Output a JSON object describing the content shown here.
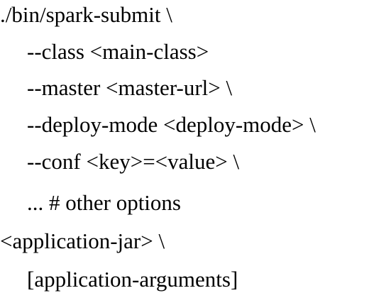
{
  "code": {
    "lines": [
      "./bin/spark-submit \\",
      "--class <main-class>",
      "--master <master-url> \\",
      "--deploy-mode <deploy-mode> \\",
      "--conf <key>=<value> \\",
      "... # other options",
      "<application-jar> \\",
      "[application-arguments]"
    ]
  }
}
